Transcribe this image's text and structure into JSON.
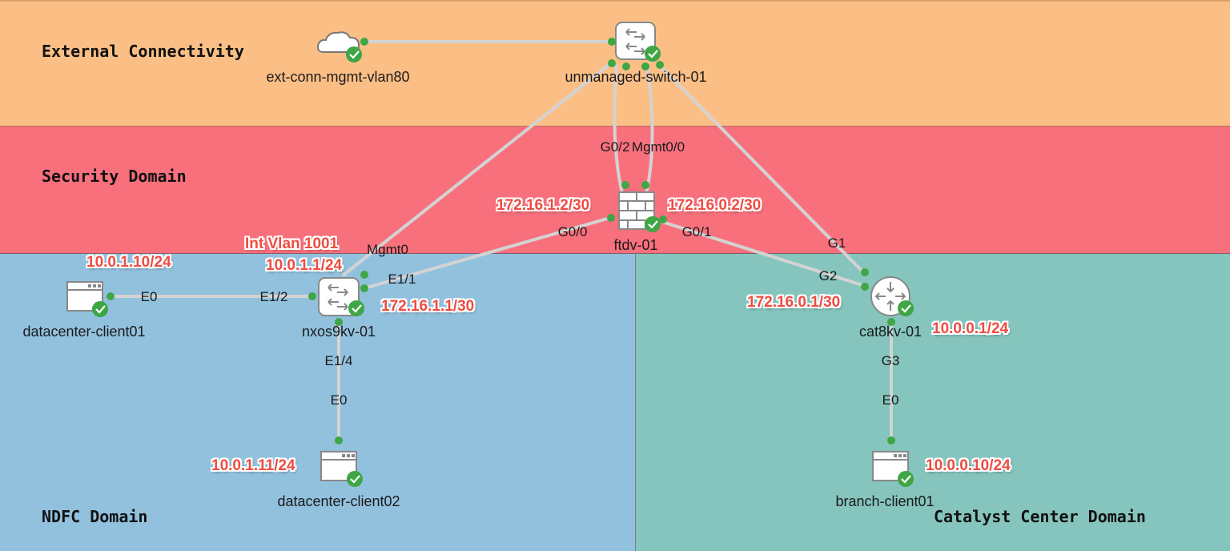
{
  "colors": {
    "external": "#fbbf86",
    "security": "#f9707d",
    "ndfc": "#92c1de",
    "catalyst": "#85c5bd",
    "link": "#d3d3d3",
    "port_dot": "#3fa645",
    "status_ok": "#3fa645",
    "ip_text": "#ee4c42"
  },
  "zones": [
    {
      "id": "external",
      "title": "External Connectivity"
    },
    {
      "id": "security",
      "title": "Security Domain"
    },
    {
      "id": "ndfc",
      "title": "NDFC Domain"
    },
    {
      "id": "catalyst",
      "title": "Catalyst Center Domain"
    }
  ],
  "nodes": [
    {
      "id": "ext",
      "name": "ext-conn-mgmt-vlan80",
      "kind": "cloud",
      "status": "ok"
    },
    {
      "id": "sw",
      "name": "unmanaged-switch-01",
      "kind": "switch",
      "status": "ok"
    },
    {
      "id": "ftd",
      "name": "ftdv-01",
      "kind": "firewall",
      "status": "ok"
    },
    {
      "id": "nx",
      "name": "nxos9kv-01",
      "kind": "switch",
      "status": "ok"
    },
    {
      "id": "cat",
      "name": "cat8kv-01",
      "kind": "router",
      "status": "ok"
    },
    {
      "id": "dc1",
      "name": "datacenter-client01",
      "kind": "server",
      "status": "ok"
    },
    {
      "id": "dc2",
      "name": "datacenter-client02",
      "kind": "server",
      "status": "ok"
    },
    {
      "id": "br1",
      "name": "branch-client01",
      "kind": "server",
      "status": "ok"
    }
  ],
  "links": [
    {
      "from": "ext",
      "to": "sw",
      "from_port": "",
      "to_port": ""
    },
    {
      "from": "sw",
      "to": "ftd",
      "from_port": "",
      "to_port": "G0/2"
    },
    {
      "from": "sw",
      "to": "ftd",
      "from_port": "",
      "to_port": "Mgmt0/0"
    },
    {
      "from": "sw",
      "to": "nx",
      "from_port": "",
      "to_port": "Mgmt0"
    },
    {
      "from": "sw",
      "to": "cat",
      "from_port": "",
      "to_port": "G1"
    },
    {
      "from": "ftd",
      "to": "nx",
      "from_port": "G0/0",
      "to_port": "E1/1"
    },
    {
      "from": "ftd",
      "to": "cat",
      "from_port": "G0/1",
      "to_port": "G2"
    },
    {
      "from": "nx",
      "to": "dc1",
      "from_port": "E1/2",
      "to_port": "E0"
    },
    {
      "from": "nx",
      "to": "dc2",
      "from_port": "E1/4",
      "to_port": "E0"
    },
    {
      "from": "cat",
      "to": "br1",
      "from_port": "G3",
      "to_port": "E0"
    }
  ],
  "port_labels": {
    "ftd_top": "G0/2",
    "ftd_top2": "Mgmt0/0",
    "ftd_g00": "G0/0",
    "ftd_g01": "G0/1",
    "nx_mgmt": "Mgmt0",
    "nx_e11": "E1/1",
    "nx_e12": "E1/2",
    "nx_e14": "E1/4",
    "dc1_e0": "E0",
    "dc2_e0": "E0",
    "cat_g1": "G1",
    "cat_g2": "G2",
    "cat_g3": "G3",
    "br1_e0": "E0"
  },
  "ip_annotations": {
    "ftd_g00": "172.16.1.2/30",
    "ftd_g01": "172.16.0.2/30",
    "nx_vlan_title": "Int Vlan 1001",
    "nx_vlan_ip": "10.0.1.1/24",
    "nx_e11": "172.16.1.1/30",
    "dc1": "10.0.1.10/24",
    "dc2": "10.0.1.11/24",
    "cat_g2": "172.16.0.1/30",
    "cat_lan": "10.0.0.1/24",
    "br1": "10.0.0.10/24"
  }
}
